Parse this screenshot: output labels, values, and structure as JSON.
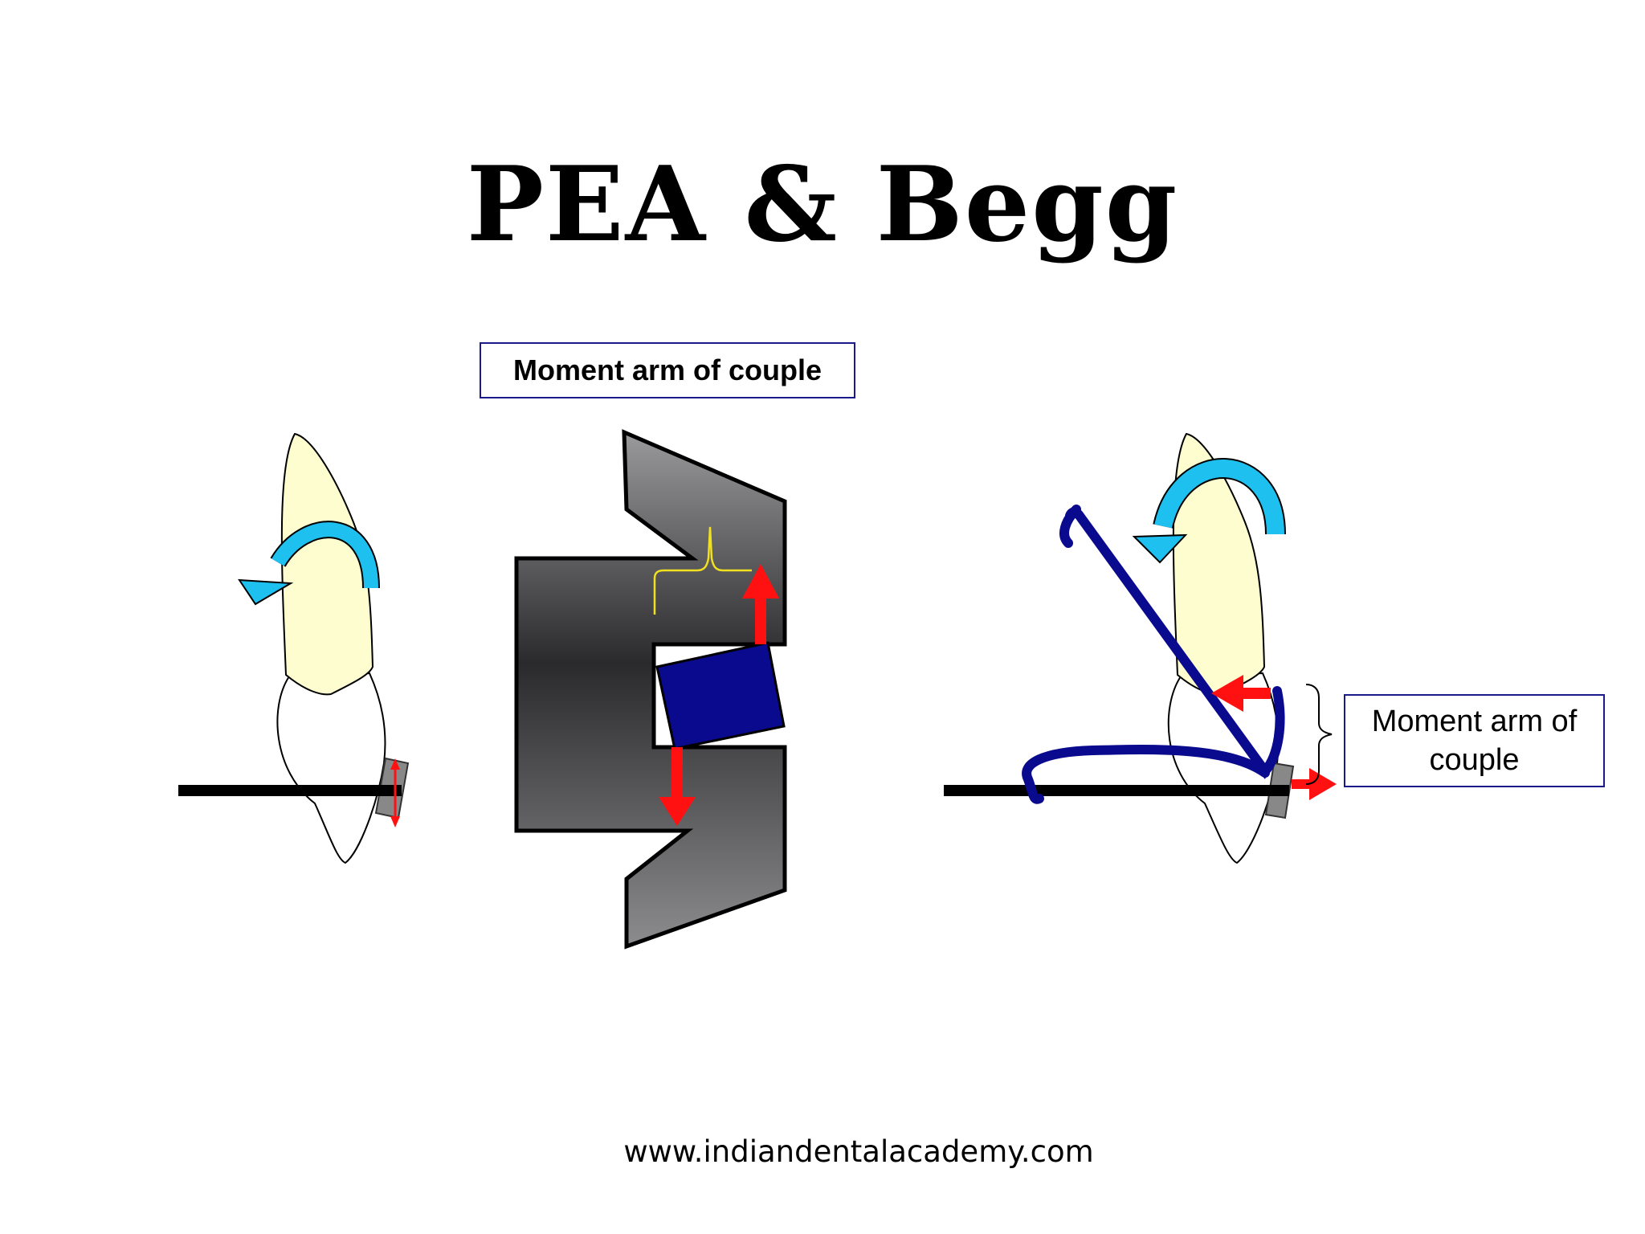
{
  "slide": {
    "title": "PEA & Begg",
    "label_top": "Moment arm of couple",
    "label_right": "Moment arm of couple",
    "footer": "www.indiandentalacademy.com"
  },
  "colors": {
    "crown_fill": "#fefdd0",
    "rotation_arrow": "#1ec0f0",
    "force_arrow": "#ff1111",
    "archwire_blue": "#0a0a8e",
    "bracket_dark": "#2a2a2c",
    "bracket_light": "#8a8a8c",
    "wire_black": "#000000",
    "brace_yellow": "#f0e020"
  },
  "icons": [
    "tooth-left",
    "bracket-slot",
    "tooth-right",
    "rotation-arrow",
    "force-arrow"
  ]
}
